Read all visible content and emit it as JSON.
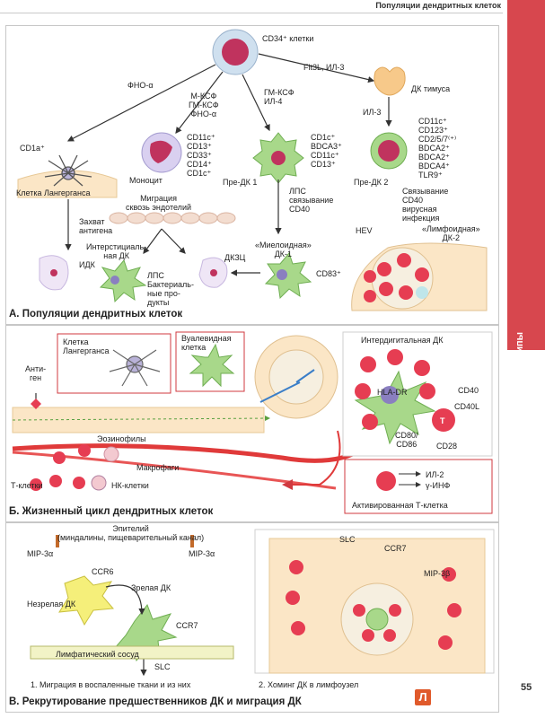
{
  "header": {
    "title": "Популяции дендритных клеток"
  },
  "sidebar": {
    "chapter": "Фундаментальные принципы",
    "page_number": "55"
  },
  "colors": {
    "accent": "#d7474e",
    "cell_green": "#a8d88a",
    "cell_purple": "#8a7fc0",
    "nucleus": "#c0335e",
    "lymph_peach": "#fbe6c6"
  },
  "panel_a": {
    "title": "А. Популяции дендритных клеток",
    "cd34": "CD34⁺ клетки",
    "fno1": "ФНО-α",
    "flt3": "Flt3L, ИЛ-3",
    "mksf": "М-КСФ\nГМ-КСФ\nФНО-α",
    "gmksf": "ГМ-КСФ\nИЛ-4",
    "dk_thymus": "ДК тимуса",
    "il3": "ИЛ-3",
    "cd1a": "CD1a⁺",
    "monocyte_markers": "CD11c⁺\nCD13⁺\nCD33⁺\nCD14⁺\nCD1c⁺",
    "prdk1_markers": "CD1c⁺\nBDCA3⁺\nCD11c⁺\nCD13⁺",
    "prdk2_markers": "CD11c⁺\nCD123⁺\nCD2/5/7⁽⁺⁾\nBDCA2⁺\nBDCA2⁺\nBDCA4⁺\nTLR9⁺",
    "langerhans": "Клетка Лангерганса",
    "monocyte": "Моноцит",
    "prdk1": "Пре-ДК 1",
    "prdk2": "Пре-ДК 2",
    "migration": "Миграция\nсквозь эндотелий",
    "lps_cd40": "ЛПС\nсвязывание\nCD40",
    "cd40_binding": "Связывание\nCD40\nвирусная\nинфекция",
    "capture": "Захват\nантигена",
    "idk": "ИДК",
    "interstitial": "Интерстициаль-\nная ДК",
    "dkzc": "ДКЗЦ",
    "myeloid": "«Миелоидная»\nДК-1",
    "lymphoid": "«Лимфоидная»\nДК-2",
    "hev": "HEV",
    "lps_bact": "ЛПС\nБактериаль-\nные про-\nдукты",
    "cd83": "CD83⁺"
  },
  "panel_b": {
    "title": "Б. Жизненный цикл дендритных клеток",
    "langerhans": "Клетка\nЛангерганса",
    "veiled": "Вуалевидная\nклетка",
    "antigen": "Анти-\nген",
    "interdigital": "Интердигитальная ДК",
    "hla_dr": "HLA-DR",
    "cd40": "CD40",
    "cd40l": "CD40L",
    "t": "Т",
    "cd80": "CD80/\nCD86",
    "cd28": "CD28",
    "eosinophils": "Эозинофилы",
    "macrophages": "Макрофаги",
    "t_cells": "Т-клетки",
    "nk_cells": "НК-клетки",
    "il2": "ИЛ-2",
    "ifn": "γ-ИНФ",
    "activated_t": "Активированная Т-клетка"
  },
  "panel_c": {
    "title": "В. Рекрутирование предшественников ДК и миграция ДК",
    "epithelium": "Эпителий\n(миндалины, пищеварительный канал)",
    "mip3a_left": "MIP-3α",
    "mip3a_right": "MIP-3α",
    "ccr6": "CCR6",
    "immature": "Незрелая ДК",
    "mature": "Зрелая ДК",
    "ccr7": "CCR7",
    "lymph_vessel": "Лимфатический сосуд",
    "slc": "SLC",
    "caption1": "1. Миграция в воспаленные ткани и из них",
    "slc2": "SLC",
    "ccr7_2": "CCR7",
    "mip3b": "MIP-3β",
    "caption2": "2. Хоминг ДК в лимфоузел"
  },
  "publisher_logo": "Л"
}
